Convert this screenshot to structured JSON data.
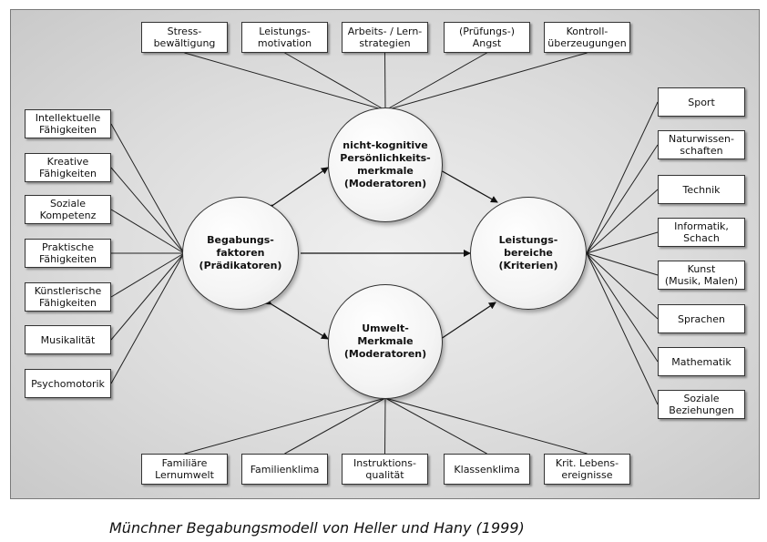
{
  "circles": {
    "left": "Begabungs-\nfaktoren\n(Prädikatoren)",
    "top": "nicht-kognitive\nPersönlichkeits-\nmerkmale\n(Moderatoren)",
    "bottom": "Umwelt-\nMerkmale\n(Moderatoren)",
    "right": "Leistungs-\nbereiche\n(Kriterien)"
  },
  "top_boxes": [
    "Stress-\nbewältigung",
    "Leistungs-\nmotivation",
    "Arbeits- / Lern-\nstrategien",
    "(Prüfungs-)\nAngst",
    "Kontroll-\nüberzeugungen"
  ],
  "bottom_boxes": [
    "Familiäre\nLernumwelt",
    "Familienklima",
    "Instruktions-\nqualität",
    "Klassenklima",
    "Krit. Lebens-\nereignisse"
  ],
  "left_boxes": [
    "Intellektuelle\nFähigkeiten",
    "Kreative\nFähigkeiten",
    "Soziale\nKompetenz",
    "Praktische\nFähigkeiten",
    "Künstlerische\nFähigkeiten",
    "Musikalität",
    "Psychomotorik"
  ],
  "right_boxes": [
    "Sport",
    "Naturwissen-\nschaften",
    "Technik",
    "Informatik,\nSchach",
    "Kunst\n(Musik, Malen)",
    "Sprachen",
    "Mathematik",
    "Soziale\nBeziehungen"
  ],
  "caption": "Münchner Begabungsmodell von Heller und Hany (1999)"
}
